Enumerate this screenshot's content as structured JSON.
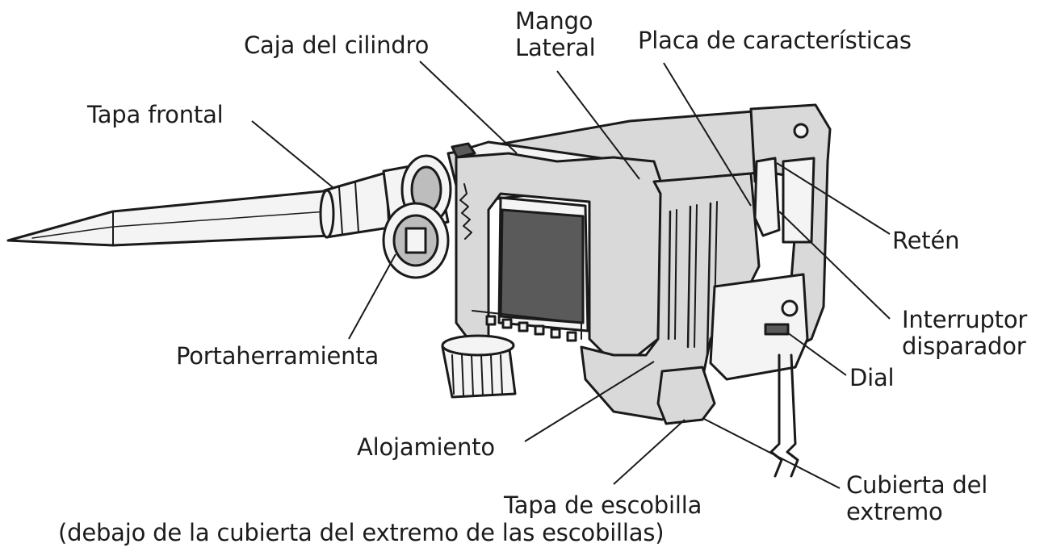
{
  "labels": {
    "tapa_frontal": "Tapa frontal",
    "caja_del_cilindro": "Caja del cilindro",
    "mango_lateral": [
      "Mango",
      "Lateral"
    ],
    "placa_de_caracteristicas": "Placa de características",
    "reten": "Retén",
    "interruptor_disparador": [
      "Interruptor",
      "disparador"
    ],
    "dial": "Dial",
    "portaherramienta": "Portaherramienta",
    "alojamiento": "Alojamiento",
    "cubierta_del_extremo": [
      "Cubierta del",
      "extremo"
    ],
    "tapa_de_escobilla": "Tapa de escobilla",
    "nota_escobilla": "(debajo de la cubierta del extremo de las escobillas)"
  },
  "colors": {
    "ink": "#1a1a1a",
    "body": "#d9d9d9",
    "dark": "#5a5a5a",
    "light": "#f4f4f4"
  }
}
